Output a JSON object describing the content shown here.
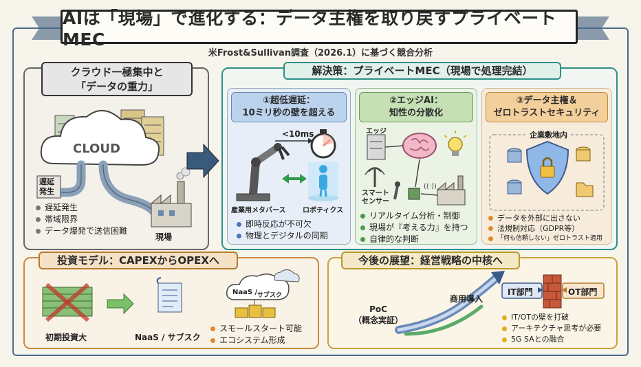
{
  "header": {
    "title": "AIは「現場」で進化する：データ主権を取り戻すプライベートMEC",
    "subtitle": "米Frost&Sullivan調査（2026.1）に基づく競合分析"
  },
  "left_panel": {
    "title_line1": "クラウド一極集中と",
    "title_line2": "「データの重力」",
    "cloud_label": "CLOUD",
    "delay_line1": "遅延",
    "delay_line2": "発生",
    "site_label": "現場",
    "bullets": [
      "遅延発生",
      "帯域限界",
      "データ爆発で送信困難"
    ]
  },
  "solution": {
    "title": "解決策：プライベートMEC（現場で処理完結）",
    "col1": {
      "head_line1": "①超低遅延：",
      "head_line2": "10ミリ秒の壁を超える",
      "latency": "<10ms",
      "label_left": "産業用メタバース",
      "label_right": "ロボティクス",
      "bullets": [
        "即時反応が不可欠",
        "物理とデジタルの同期"
      ]
    },
    "col2": {
      "head_line1": "②エッジAI：",
      "head_line2": "知性の分散化",
      "edge_label": "エッジ",
      "sensor_line1": "スマート",
      "sensor_line2": "センサー",
      "bullets": [
        "リアルタイム分析・制御",
        "現場が『考える力』を持つ",
        "自律的な判断"
      ]
    },
    "col3": {
      "head_line1": "③データ主権＆",
      "head_line2": "ゼロトラストセキュリティ",
      "premises_label": "企業敷地内",
      "bullets": [
        "データを外部に出さない",
        "法規制対応（GDPR等）",
        "「何も信頼しない」ゼロトラスト適用"
      ]
    }
  },
  "investment": {
    "title": "投資モデル：CAPEXからOPEXへ",
    "capex_label": "初期投資大",
    "naas_label": "NaaS / サブスク",
    "cloud_line1": "NaaS /",
    "cloud_line2": "サブスク",
    "bullets": [
      "スモールスタート可能",
      "エコシステム形成"
    ]
  },
  "future": {
    "title": "今後の展望：経営戦略の中核へ",
    "poc_line1": "PoC",
    "poc_line2": "（概念実証）",
    "commercial_label": "商用導入",
    "it_label": "IT部門",
    "ot_label": "OT部門",
    "bullets": [
      "IT/OTの壁を打破",
      "アーキテクチャ思考が必要",
      "5G SAとの融合"
    ]
  },
  "colors": {
    "frame": "#4a6a8a",
    "solution_accent": "#2f8f86",
    "investment_accent": "#c98a3a",
    "future_accent": "#c9a23a",
    "bullet_gray": "#777777",
    "bullet_blue": "#4a78b8",
    "bullet_green": "#4a9a4a",
    "bullet_orange": "#e08a2a",
    "bullet_yellow": "#e0b020"
  },
  "icons": [
    "cloud-icon",
    "server-rack-icon",
    "factory-icon",
    "robot-arm-icon",
    "stopwatch-icon",
    "hologram-person-icon",
    "brain-chip-icon",
    "lightbulb-icon",
    "antenna-icon",
    "shield-lock-icon",
    "database-icon",
    "folder-icon",
    "money-stack-icon",
    "document-icon",
    "coin-stack-icon",
    "growth-arrow-icon",
    "brick-wall-icon"
  ]
}
